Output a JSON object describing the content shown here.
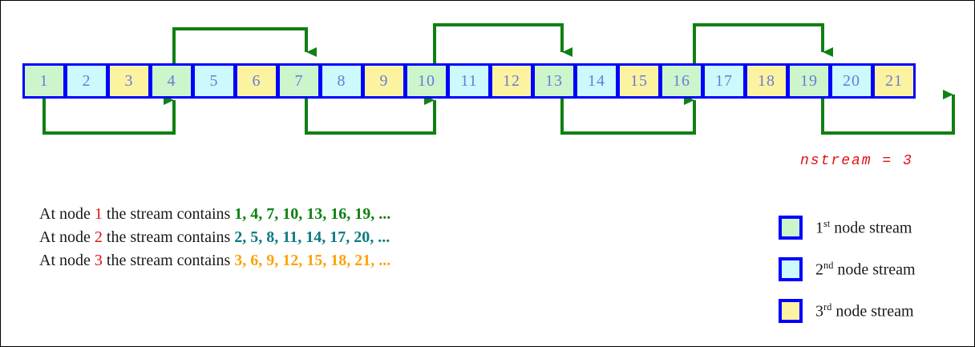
{
  "colors": {
    "stream1": "#ccf5cc",
    "stream2": "#ccf9fb",
    "stream3": "#fcf3a0",
    "cell_border": "#0000ff",
    "arrow": "#0f8012",
    "accent_red": "#e21212",
    "seq1_text": "#0f8012",
    "seq2_text": "#0a7c80",
    "seq3_text": "#fca30a",
    "background": "#ffffff",
    "page_border": "#000000"
  },
  "array": {
    "cells": [
      {
        "label": "1",
        "stream": 1
      },
      {
        "label": "2",
        "stream": 2
      },
      {
        "label": "3",
        "stream": 3
      },
      {
        "label": "4",
        "stream": 1
      },
      {
        "label": "5",
        "stream": 2
      },
      {
        "label": "6",
        "stream": 3
      },
      {
        "label": "7",
        "stream": 1
      },
      {
        "label": "8",
        "stream": 2
      },
      {
        "label": "9",
        "stream": 3
      },
      {
        "label": "10",
        "stream": 1
      },
      {
        "label": "11",
        "stream": 2
      },
      {
        "label": "12",
        "stream": 3
      },
      {
        "label": "13",
        "stream": 1
      },
      {
        "label": "14",
        "stream": 2
      },
      {
        "label": "15",
        "stream": 3
      },
      {
        "label": "16",
        "stream": 1
      },
      {
        "label": "17",
        "stream": 2
      },
      {
        "label": "18",
        "stream": 3
      },
      {
        "label": "19",
        "stream": 1
      },
      {
        "label": "20",
        "stream": 2
      },
      {
        "label": "21",
        "stream": 3
      }
    ]
  },
  "arrows": {
    "above": [
      {
        "from_cell": "4",
        "to_cell": "7"
      },
      {
        "from_cell": "10",
        "to_cell": "13"
      },
      {
        "from_cell": "16",
        "to_cell": "19"
      }
    ],
    "below": [
      {
        "from_cell": "1",
        "to_cell": "4"
      },
      {
        "from_cell": "7",
        "to_cell": "10"
      },
      {
        "from_cell": "13",
        "to_cell": "16"
      },
      {
        "from_cell": "19",
        "to_cell": "beyond-21"
      }
    ]
  },
  "nstream": {
    "text": "nstream = 3"
  },
  "sentences": [
    {
      "prefix": "At node ",
      "node": "1",
      "middle": " the stream contains ",
      "sequence": "1, 4, 7, 10, 13, 16, 19, ..."
    },
    {
      "prefix": "At node ",
      "node": "2",
      "middle": " the stream contains ",
      "sequence": "2, 5, 8, 11, 14, 17, 20, ..."
    },
    {
      "prefix": "At node ",
      "node": "3",
      "middle": " the stream contains ",
      "sequence": "3, 6, 9, 12, 15, 18, 21, ..."
    }
  ],
  "legend": [
    {
      "ordinal": "1",
      "suffix": "st",
      "label": " node stream",
      "stream": 1
    },
    {
      "ordinal": "2",
      "suffix": "nd",
      "label": " node stream",
      "stream": 2
    },
    {
      "ordinal": "3",
      "suffix": "rd",
      "label": " node stream",
      "stream": 3
    }
  ]
}
